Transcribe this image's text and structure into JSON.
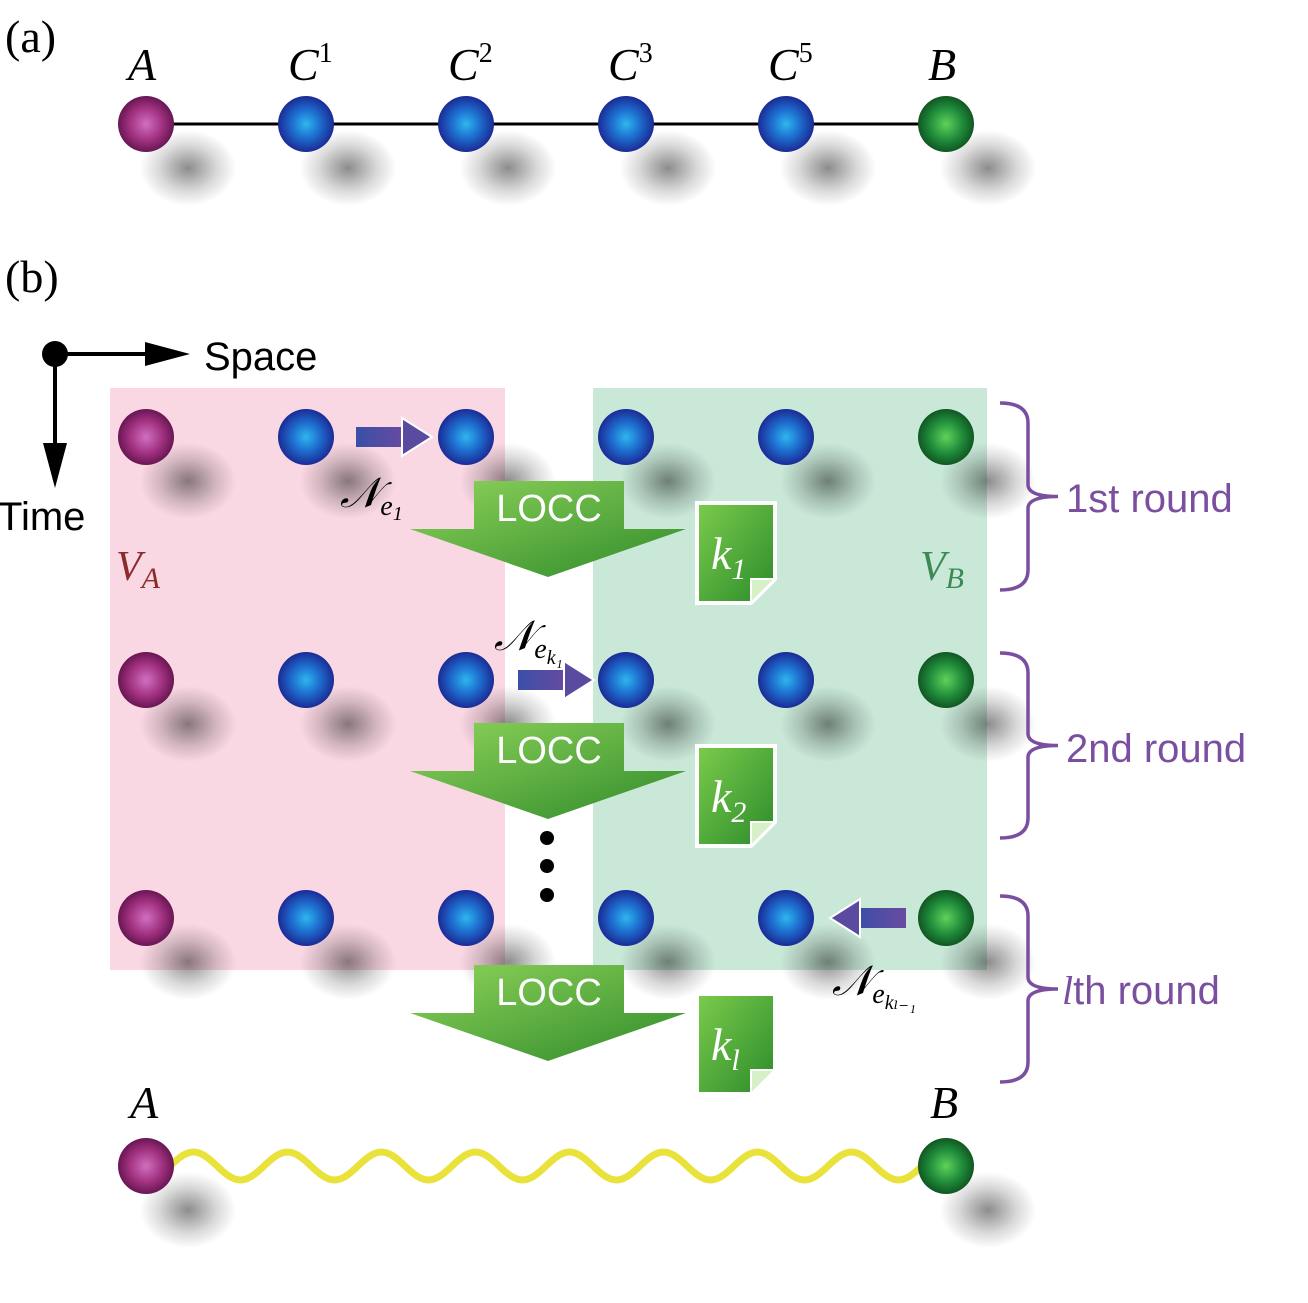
{
  "panel_a": {
    "label": "(a)",
    "nodes": [
      {
        "letter": "A",
        "sup": "",
        "color": "magenta"
      },
      {
        "letter": "C",
        "sup": "1",
        "color": "blue"
      },
      {
        "letter": "C",
        "sup": "2",
        "color": "blue"
      },
      {
        "letter": "C",
        "sup": "3",
        "color": "blue"
      },
      {
        "letter": "C",
        "sup": "5",
        "color": "blue"
      },
      {
        "letter": "B",
        "sup": "",
        "color": "green"
      }
    ]
  },
  "panel_b": {
    "label": "(b)",
    "axis_space": "Space",
    "axis_time": "Time",
    "region_a": {
      "letter": "V",
      "sub": "A",
      "color": "#f9d7e3"
    },
    "region_b": {
      "letter": "V",
      "sub": "B",
      "color": "#c9e8d8"
    },
    "locc_label": "LOCC",
    "rounds": [
      {
        "label": "1st round",
        "key_base": "k",
        "key_sub": "1",
        "channel": "𝒩",
        "channel_sub": "e",
        "channel_subsub": "1"
      },
      {
        "label": "2nd round",
        "key_base": "k",
        "key_sub": "2",
        "channel": "𝒩",
        "channel_sub": "e",
        "channel_subsub": "k₁"
      },
      {
        "label_prefix": "l",
        "label": "th round",
        "key_base": "k",
        "key_sub": "l",
        "channel": "𝒩",
        "channel_sub": "e",
        "channel_subsub": "kₗ₋₁"
      }
    ],
    "final": {
      "left": "A",
      "right": "B"
    }
  },
  "colors": {
    "magenta": "#a0307f",
    "blue": "#1f3aa8",
    "green": "#1e7a3a",
    "bracket": "#7b4fa0",
    "arrow": "#3d4fa0",
    "locc_green": "#4aa834",
    "wave": "#e8e23a",
    "va_text": "#8b2b2b",
    "vb_text": "#3b8a55"
  }
}
